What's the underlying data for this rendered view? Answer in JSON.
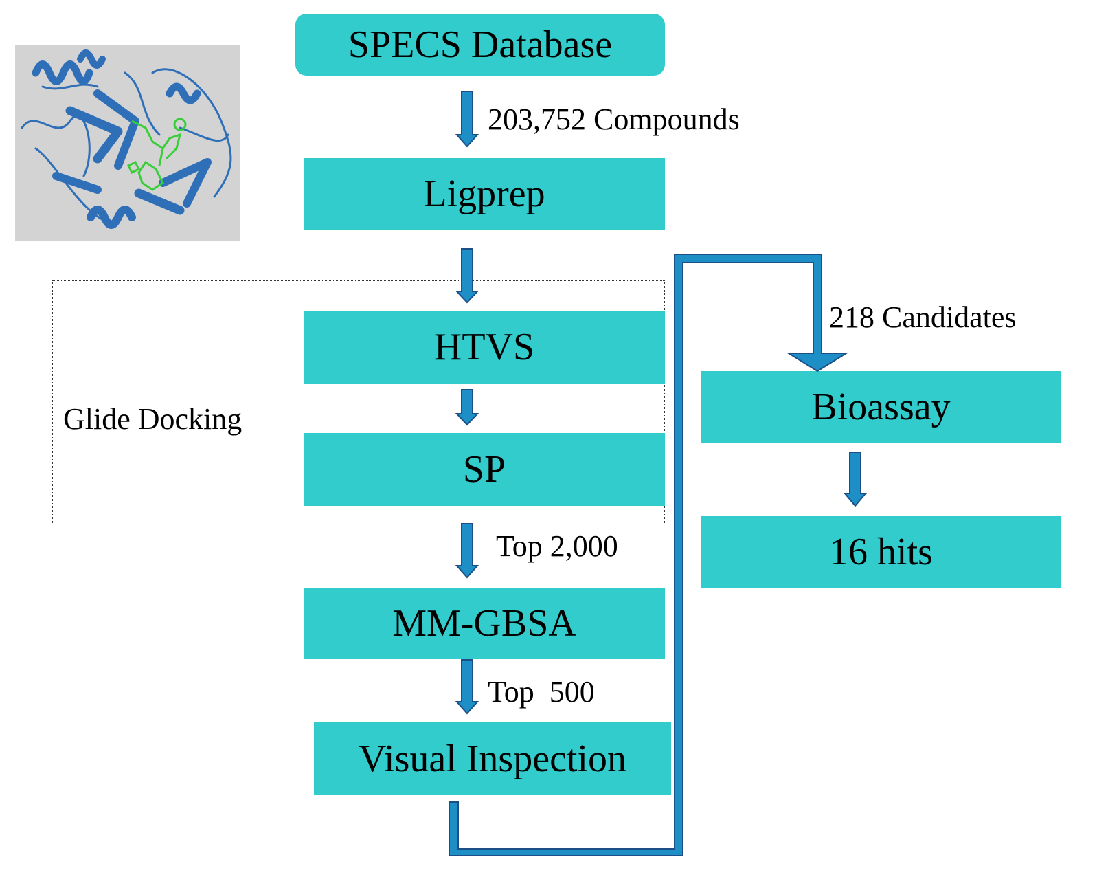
{
  "colors": {
    "box_fill": "#33CCCC",
    "arrow_fill": "#1E8FC6",
    "arrow_stroke": "#1B4F86",
    "protein_bg": "#D3D3D3",
    "ribbon": "#2F6FB8",
    "ligand": "#3ACD3A"
  },
  "boxes": {
    "specs": "SPECS Database",
    "ligprep": "Ligprep",
    "htvs": "HTVS",
    "sp": "SP",
    "mmgbsa": "MM-GBSA",
    "visual": "Visual Inspection",
    "bioassay": "Bioassay",
    "hits": "16 hits"
  },
  "labels": {
    "compounds": "203,752 Compounds",
    "glide": "Glide Docking",
    "top2000": "Top 2,000",
    "top500": "Top  500",
    "candidates": "218 Candidates"
  },
  "image": {
    "subject": "protein-ligand structure"
  }
}
